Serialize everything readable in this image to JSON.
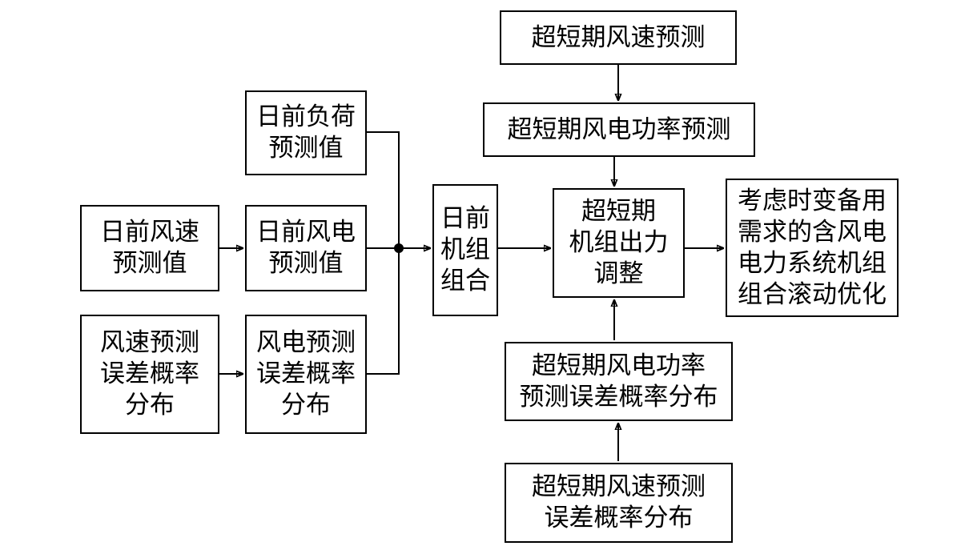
{
  "nodes": {
    "day_ahead_load_forecast": "日前负荷\n预测值",
    "day_ahead_wind_speed_forecast": "日前风速\n预测值",
    "day_ahead_wind_power_forecast": "日前风电\n预测值",
    "wind_speed_error_distribution": "风速预测\n误差概率\n分布",
    "wind_power_error_distribution": "风电预测\n误差概率\n分布",
    "day_ahead_unit_commitment": "日前\n机组\n组合",
    "ultra_short_wind_speed_forecast": "超短期风速预测",
    "ultra_short_wind_power_forecast": "超短期风电功率预测",
    "ultra_short_unit_output_adjustment": "超短期\n机组出力\n调整",
    "rolling_optimization": "考虑时变备用\n需求的含风电\n电力系统机组\n组合滚动优化",
    "ultra_short_wind_power_error_distribution": "超短期风电功率\n预测误差概率分布",
    "ultra_short_wind_speed_error_distribution": "超短期风速预测\n误差概率分布"
  }
}
